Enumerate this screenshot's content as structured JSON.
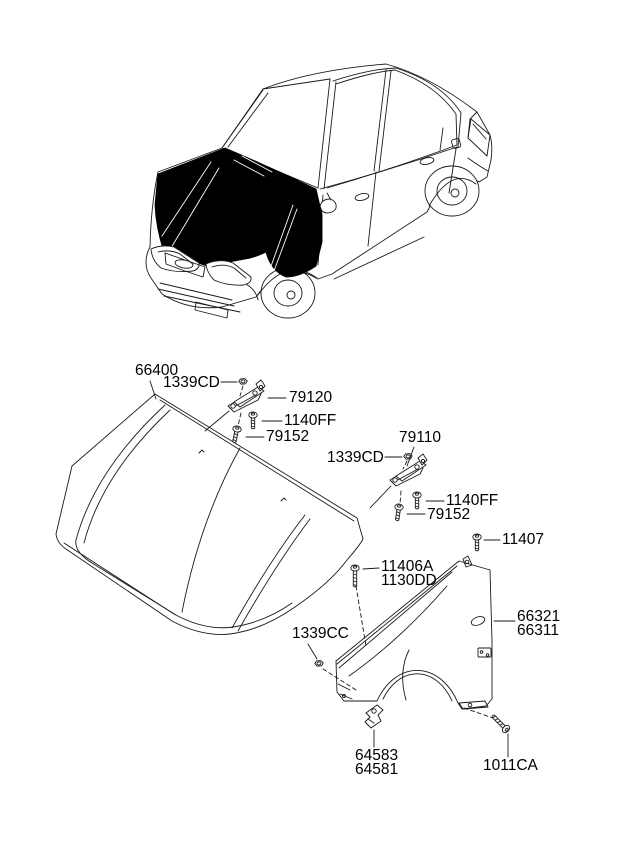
{
  "illustration": {
    "description": "sedan front three-quarter line drawing with hood and front fender highlighted black",
    "highlight_color": "#000000",
    "line_color": "#1a1a1a",
    "background": "#ffffff"
  },
  "callouts": {
    "hood_panel": "66400",
    "hood_hinge_nut_a": "1339CD",
    "hood_hinge_a": "79120",
    "hinge_bolt_a": "1140FF",
    "hood_bolt_a": "79152",
    "hood_hinge_b": "79110",
    "hood_hinge_nut_b": "1339CD",
    "hinge_bolt_b": "1140FF",
    "hood_bolt_b": "79152",
    "fender_bolt_upper": "11407",
    "fender_bolt_front_a": "11406A",
    "fender_bolt_front_b": "1130DD",
    "fender_nut": "1339CC",
    "fender_panel_a": "66321",
    "fender_panel_b": "66311",
    "fender_bracket_a": "64583",
    "fender_bracket_b": "64581",
    "fender_bolt_lower": "1011CA"
  }
}
